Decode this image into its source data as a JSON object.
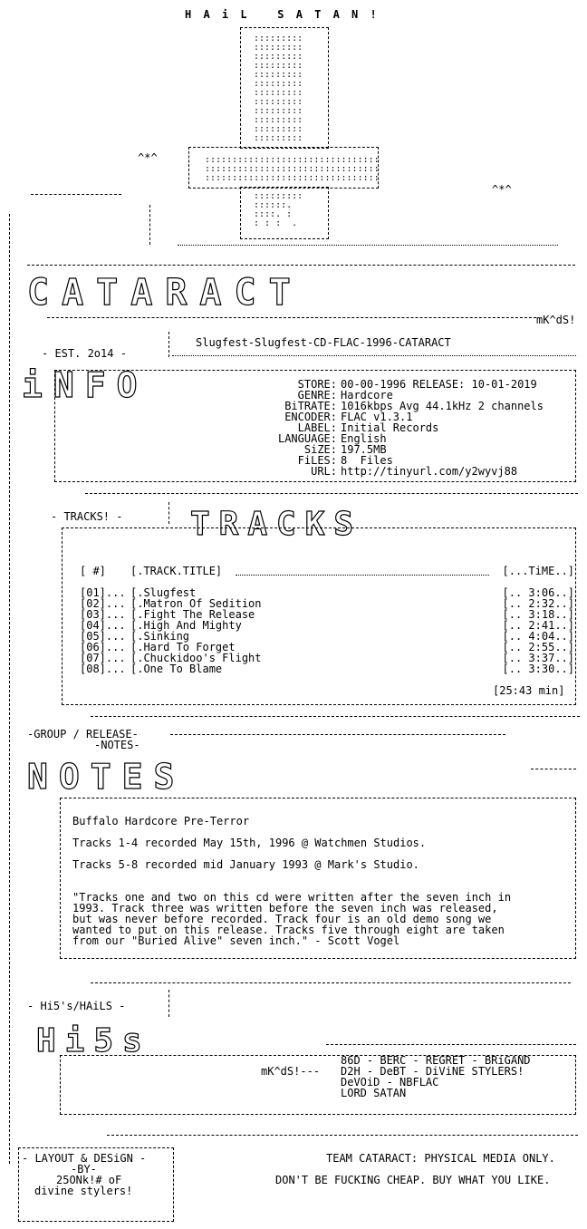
{
  "header": {
    "tagline": "H A i L   S A T A N !",
    "sig": "mK^dS!"
  },
  "release": {
    "name": "Slugfest-Slugfest-CD-FLAC-1996-CATARACT",
    "est": "- EST. 2o14 -"
  },
  "info": [
    {
      "label": "STORE:",
      "value": "00-00-1996 RELEASE: 10-01-2019"
    },
    {
      "label": "GENRE:",
      "value": "Hardcore"
    },
    {
      "label": "BiTRATE:",
      "value": "1016kbps Avg 44.1kHz 2 channels"
    },
    {
      "label": "ENCODER:",
      "value": "FLAC v1.3.1"
    },
    {
      "label": "LABEL:",
      "value": "Initial Records"
    },
    {
      "label": "LANGUAGE:",
      "value": "English"
    },
    {
      "label": "SiZE:",
      "value": "197.5MB"
    },
    {
      "label": "FiLES:",
      "value": "8  Files"
    },
    {
      "label": "URL:",
      "value": "http://tinyurl.com/y2wyvj88"
    }
  ],
  "tracks_section": {
    "title": "- TRACKS! -",
    "col_num": "[ #]",
    "col_title": "[.TRACK.TITLE]",
    "col_time": "[...TiME..]",
    "items": [
      {
        "num": "[01]...",
        "title": "[.Slugfest",
        "time": "[.. 3:06..]"
      },
      {
        "num": "[02]...",
        "title": "[.Matron Of Sedition",
        "time": "[.. 2:32..]"
      },
      {
        "num": "[03]...",
        "title": "[.Fight The Release",
        "time": "[.. 3:18..]"
      },
      {
        "num": "[04]...",
        "title": "[.High And Mighty",
        "time": "[.. 2:41..]"
      },
      {
        "num": "[05]...",
        "title": "[.Sinking",
        "time": "[.. 4:04..]"
      },
      {
        "num": "[06]...",
        "title": "[.Hard To Forget",
        "time": "[.. 2:55..]"
      },
      {
        "num": "[07]...",
        "title": "[.Chuckidoo's Flight",
        "time": "[.. 3:37..]"
      },
      {
        "num": "[08]...",
        "title": "[.One To Blame",
        "time": "[.. 3:30..]"
      }
    ],
    "total": "[25:43 min]"
  },
  "notes": {
    "title1": "-GROUP / RELEASE-",
    "title2": "-NOTES-",
    "line1": "Buffalo Hardcore Pre-Terror",
    "line2": "Tracks 1-4 recorded May 15th, 1996 @ Watchmen Studios.",
    "line3": "Tracks 5-8 recorded mid January 1993 @ Mark's Studio.",
    "quote": [
      "\"Tracks one and two on this cd were written after the seven inch in",
      "1993. Track three was written before the seven inch was released,",
      "but was never before recorded. Track four is an old demo song we",
      "wanted to put on this release. Tracks five through eight are taken",
      "from our \"Buried Alive\" seven inch.\" - Scott Vogel"
    ]
  },
  "his": {
    "title": "- Hi5's/HAiLS -",
    "sig": "mK^dS!---",
    "lines": [
      "86D - BERC - REGRET - BRiGAND",
      "D2H - DeBT - DiViNE STYLERS!",
      "DeVOiD - NBFLAC",
      "LORD SATAN"
    ]
  },
  "footer": {
    "layout1": "- LAYOUT & DESiGN -",
    "layout2": "-BY-",
    "layout3": "25ONk!# oF",
    "layout4": "divine stylers!",
    "motto1": "TEAM CATARACT: PHYSICAL MEDIA ONLY.",
    "motto2": "DON'T BE FUCKING CHEAP. BUY WHAT YOU LIKE."
  },
  "logos": {
    "cataract": "CATARACT",
    "info": "iNFO",
    "tracks": "TRACKS",
    "notes": "NOTES",
    "hi5s": "Hi5s"
  }
}
